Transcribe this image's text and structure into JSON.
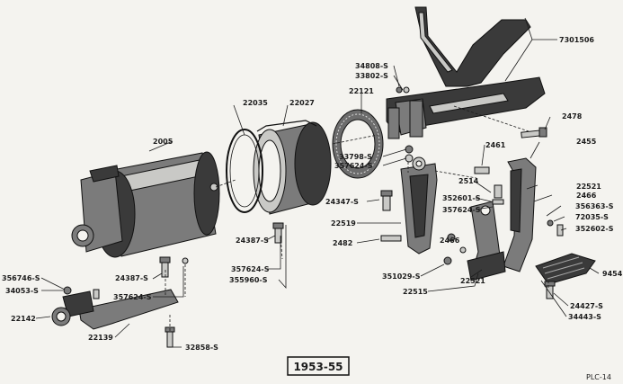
{
  "diagram": {
    "year_range": "1953-55",
    "plate_id": "PLC-14",
    "callouts": [
      {
        "id": "c7301506",
        "text": "7301506"
      },
      {
        "id": "c34808",
        "text": "34808-S"
      },
      {
        "id": "c33802",
        "text": "33802-S"
      },
      {
        "id": "c22121",
        "text": "22121"
      },
      {
        "id": "c22035",
        "text": "22035"
      },
      {
        "id": "c22027",
        "text": "22027"
      },
      {
        "id": "c2005",
        "text": "2005"
      },
      {
        "id": "c2478",
        "text": "2478"
      },
      {
        "id": "c2461",
        "text": "2461"
      },
      {
        "id": "c2455",
        "text": "2455"
      },
      {
        "id": "c33798",
        "text": "33798-S"
      },
      {
        "id": "c357624a",
        "text": "357624-S"
      },
      {
        "id": "c2514",
        "text": "2514"
      },
      {
        "id": "c22521a",
        "text": "22521"
      },
      {
        "id": "c2466a",
        "text": "2466"
      },
      {
        "id": "c356363",
        "text": "356363-S"
      },
      {
        "id": "c72035",
        "text": "72035-S"
      },
      {
        "id": "c352602",
        "text": "352602-S"
      },
      {
        "id": "c24347",
        "text": "24347-S"
      },
      {
        "id": "c352601",
        "text": "352601-S"
      },
      {
        "id": "c357624b",
        "text": "357624-S"
      },
      {
        "id": "c22519",
        "text": "22519"
      },
      {
        "id": "c2482",
        "text": "2482"
      },
      {
        "id": "c2466b",
        "text": "2466"
      },
      {
        "id": "c24387a",
        "text": "24387-S"
      },
      {
        "id": "c357624c",
        "text": "357624-S"
      },
      {
        "id": "c355960",
        "text": "355960-S"
      },
      {
        "id": "c351029",
        "text": "351029-S"
      },
      {
        "id": "c22515",
        "text": "22515"
      },
      {
        "id": "c22521b",
        "text": "22521"
      },
      {
        "id": "c9454",
        "text": "9454"
      },
      {
        "id": "c24427",
        "text": "24427-S"
      },
      {
        "id": "c34443",
        "text": "34443-S"
      },
      {
        "id": "c356746",
        "text": "356746-S"
      },
      {
        "id": "c34053",
        "text": "34053-S"
      },
      {
        "id": "c24387b",
        "text": "24387-S"
      },
      {
        "id": "c357624d",
        "text": "357624-S"
      },
      {
        "id": "c22142",
        "text": "22142"
      },
      {
        "id": "c22139",
        "text": "22139"
      },
      {
        "id": "c32858",
        "text": "32858-S"
      }
    ]
  }
}
